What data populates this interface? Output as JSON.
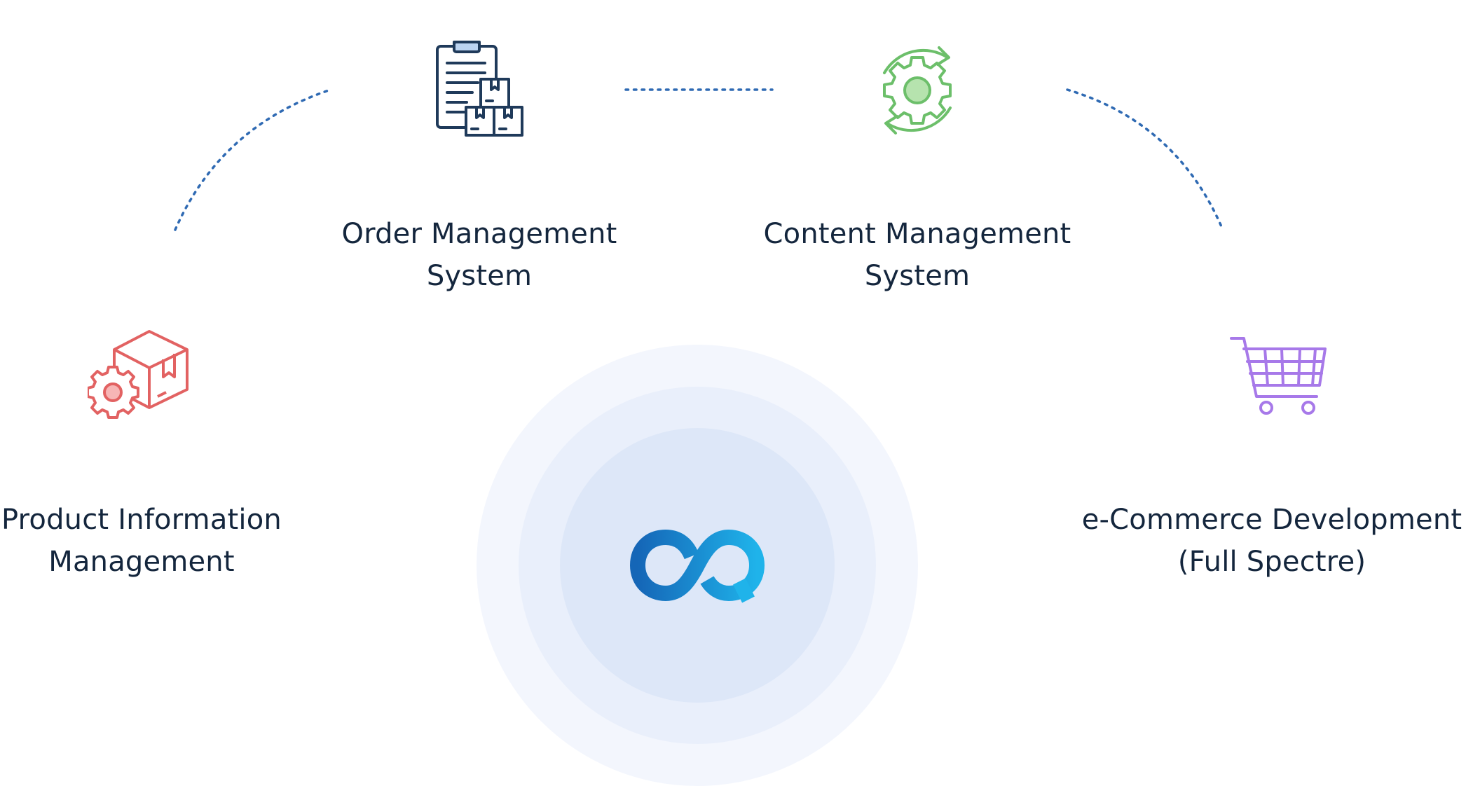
{
  "diagram": {
    "nodes": [
      {
        "id": "pim",
        "icon": "box-gear-icon",
        "color": "#e26262",
        "line1": "Product Information",
        "line2": "Management"
      },
      {
        "id": "oms",
        "icon": "clipboard-boxes-icon",
        "color": "#1f3a5a",
        "line1": "Order Management",
        "line2": "System"
      },
      {
        "id": "cms",
        "icon": "gear-sync-icon",
        "color": "#6cbf6a",
        "line1": "Content Management",
        "line2": "System"
      },
      {
        "id": "ecom",
        "icon": "shopping-cart-icon",
        "color": "#a779e9",
        "line1": "e-Commerce Development",
        "line2": "(Full Spectre)"
      }
    ],
    "center": {
      "icon": "infinity-logo-icon",
      "color_start": "#1566b7",
      "color_end": "#1fb3ea",
      "ring_color": "#e7eefb"
    },
    "connector_color": "#2f6ab3"
  }
}
